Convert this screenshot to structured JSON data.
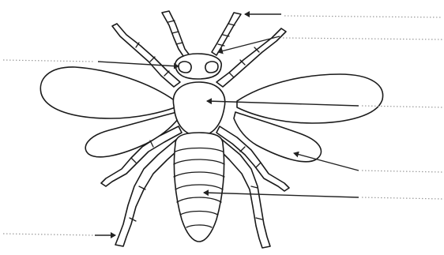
{
  "diagram": {
    "subject": "insect-anatomy-worksheet",
    "labels": [
      {
        "id": "antenna-tip",
        "text": ""
      },
      {
        "id": "antenna",
        "text": ""
      },
      {
        "id": "head",
        "text": ""
      },
      {
        "id": "thorax",
        "text": ""
      },
      {
        "id": "wing",
        "text": ""
      },
      {
        "id": "abdomen",
        "text": ""
      },
      {
        "id": "leg-foot",
        "text": ""
      }
    ],
    "colors": {
      "ink": "#1a1a1a",
      "dotted_line": "#9a9a9a",
      "background": "#ffffff"
    }
  }
}
